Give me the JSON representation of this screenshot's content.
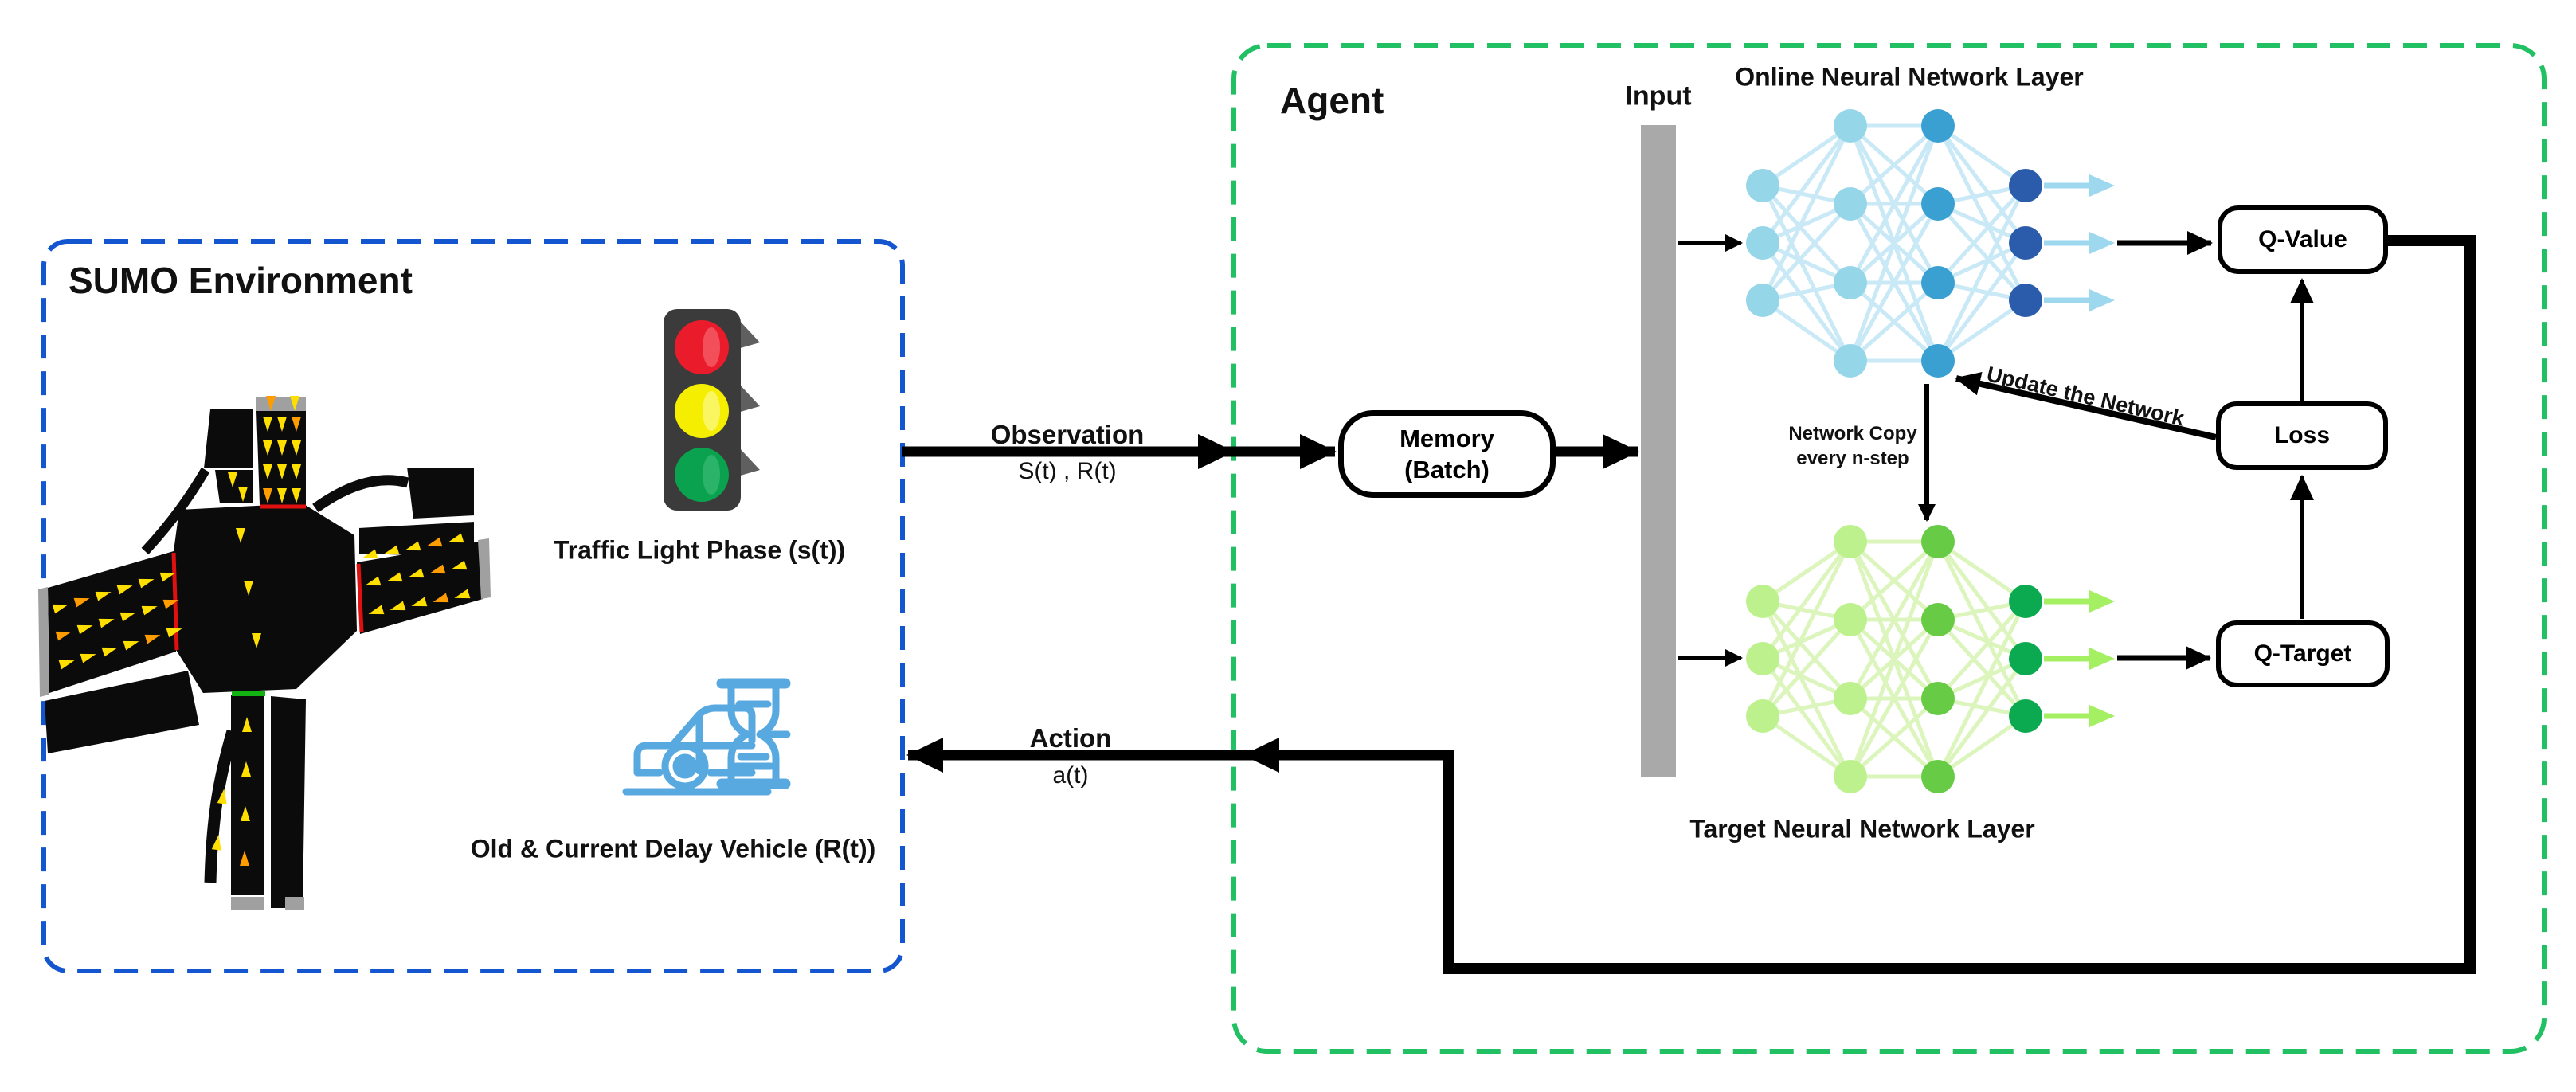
{
  "sumo": {
    "title": "SUMO Environment",
    "traffic_light_caption": "Traffic Light Phase (s(t))",
    "delay_caption": "Old & Current Delay Vehicle (R(t))"
  },
  "flows": {
    "observation_label": "Observation",
    "observation_sub": "S(t) , R(t)",
    "action_label": "Action",
    "action_sub": "a(t)"
  },
  "agent": {
    "title": "Agent",
    "input_label": "Input",
    "memory_line1": "Memory",
    "memory_line2": "(Batch)",
    "online_net_title": "Online Neural Network Layer",
    "target_net_title": "Target Neural Network Layer",
    "network_copy_line1": "Network Copy",
    "network_copy_line2": "every n-step",
    "update_label": "Update the Network",
    "q_value_label": "Q-Value",
    "loss_label": "Loss",
    "q_target_label": "Q-Target"
  },
  "network_structure": {
    "layer_sizes": [
      3,
      4,
      4,
      3
    ]
  },
  "colors": {
    "sumo_border": "#1456d0",
    "agent_border": "#21c063",
    "input_bar": "#a9a9a9",
    "line_black": "#000000",
    "online_layer1": "#96d6e9",
    "online_layer2": "#96d6e9",
    "online_layer3": "#3aa0d1",
    "online_layer4": "#2b5cab",
    "online_edges": "#c9e9f6",
    "online_out_arrows": "#9ed8ef",
    "target_layer1": "#bdf18d",
    "target_layer2": "#bdf18d",
    "target_layer3": "#67cb45",
    "target_layer4": "#0caa50",
    "target_edges": "#dcf5bd",
    "target_out_arrows": "#a5ef62",
    "traffic_red": "#ea1c2c",
    "traffic_yellow": "#f6ee00",
    "traffic_green": "#0ba24f",
    "traffic_body": "#3b3b3b",
    "car_icon_blue": "#58a9e0",
    "road_black": "#0b0b0b",
    "vehicle_yellow": "#ffdf00",
    "vehicle_orange": "#ff9d00",
    "stop_line_red": "#e01010",
    "stop_line_green": "#12b212"
  }
}
